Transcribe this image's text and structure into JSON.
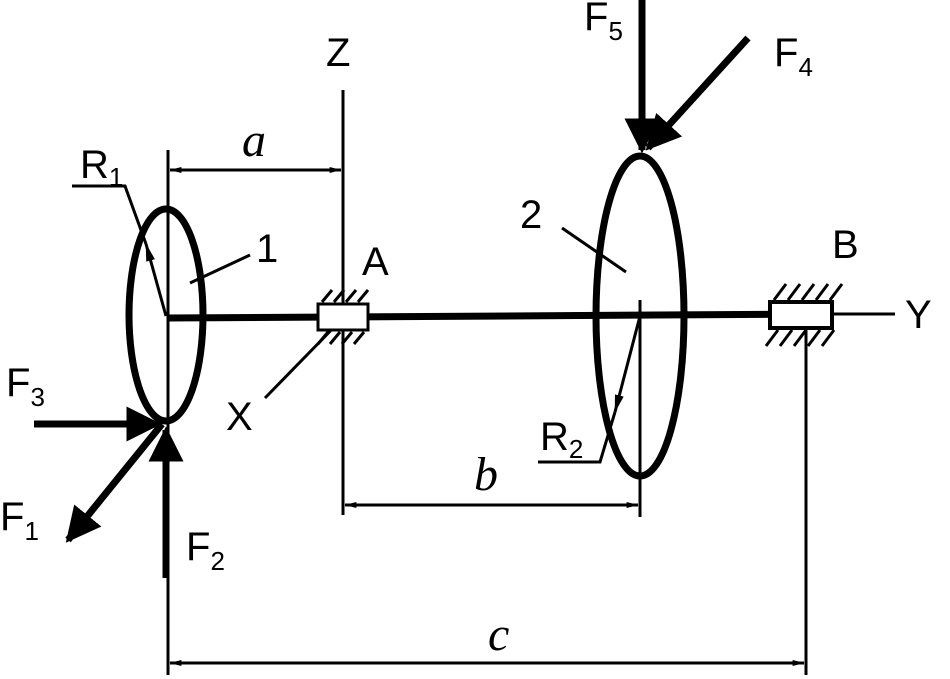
{
  "labels": {
    "axis_z": "Z",
    "axis_y": "Y",
    "axis_x": "X",
    "support_a": "A",
    "support_b": "B",
    "disc_1": "1",
    "disc_2": "2",
    "dim_a": "a",
    "dim_b": "b",
    "dim_c": "c"
  },
  "forces": [
    {
      "base": "F",
      "sub": "1"
    },
    {
      "base": "F",
      "sub": "2"
    },
    {
      "base": "F",
      "sub": "3"
    },
    {
      "base": "F",
      "sub": "4"
    },
    {
      "base": "F",
      "sub": "5"
    }
  ],
  "radii": [
    {
      "base": "R",
      "sub": "1"
    },
    {
      "base": "R",
      "sub": "2"
    }
  ],
  "colors": {
    "ink": "#000000",
    "background": "#ffffff"
  }
}
